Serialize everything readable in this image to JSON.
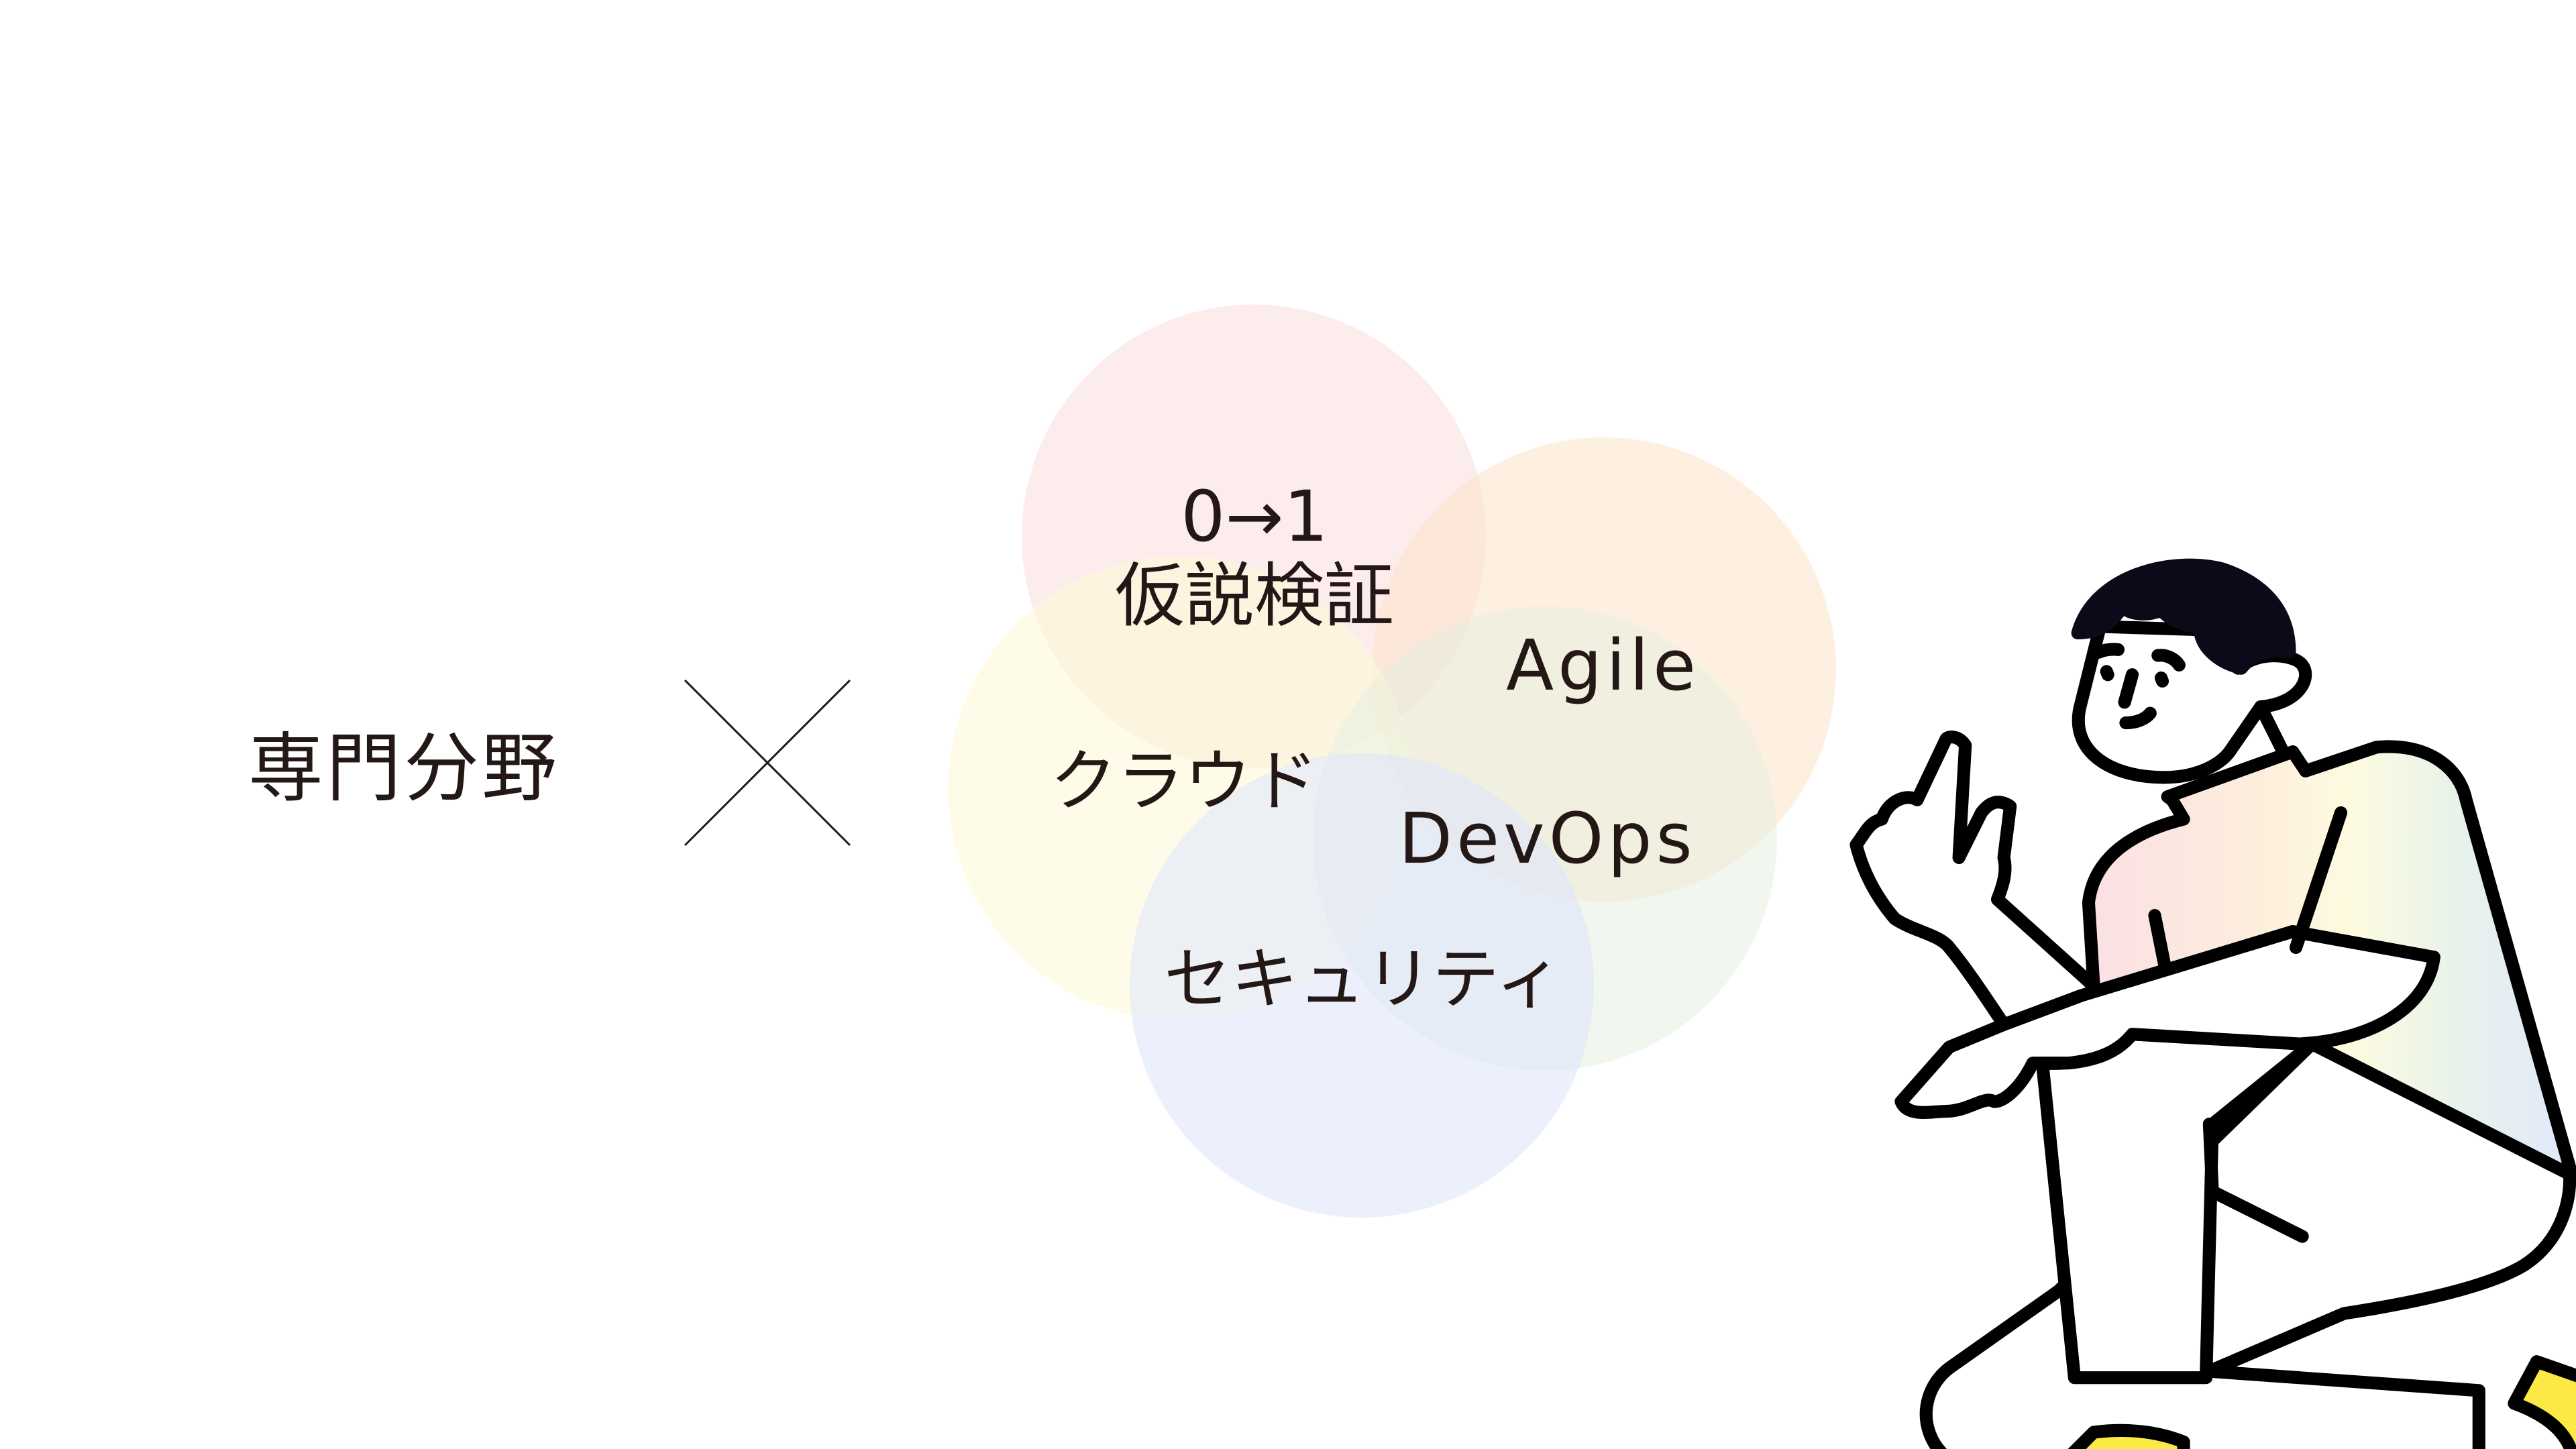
{
  "heading": "専門分野",
  "circles": [
    {
      "label_line1": "0→1",
      "label_line2": "仮説検証",
      "color": "#f9dcdc"
    },
    {
      "label": "Agile",
      "color": "#fde3c8"
    },
    {
      "label": "クラウド",
      "color": "#fefad8"
    },
    {
      "label": "DevOps",
      "color": "#e3eee0"
    },
    {
      "label": "セキュリティ",
      "color": "#dce3fb"
    }
  ],
  "colors": {
    "text": "#231815",
    "hair": "#0a0a18",
    "shoe": "#fde945"
  }
}
